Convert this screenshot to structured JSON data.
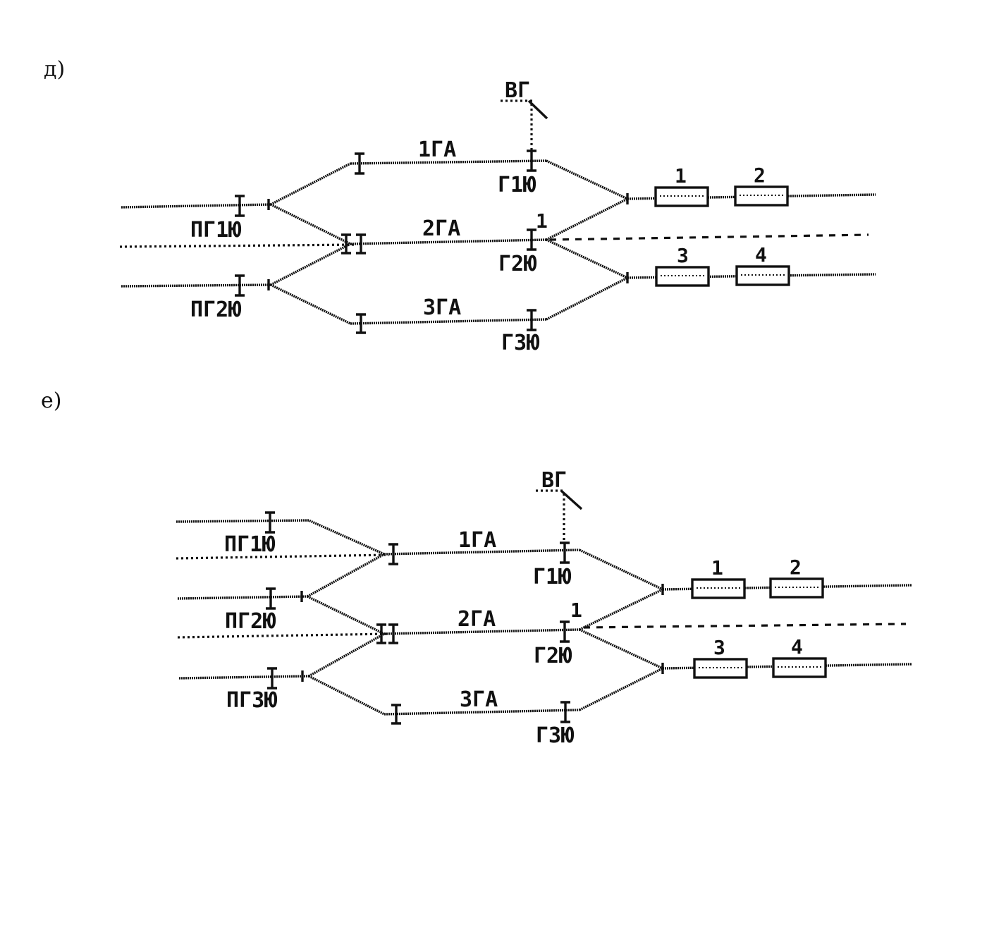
{
  "diagrams": [
    {
      "panel_label": "д)",
      "vg_label": "ВГ",
      "inputs": [
        "ПГ1Ю",
        "ПГ2Ю"
      ],
      "generators": [
        "1ГА",
        "2ГА",
        "3ГА"
      ],
      "generator_switches": [
        "Г1Ю",
        "Г2Ю",
        "Г3Ю"
      ],
      "link_number": "1",
      "units": [
        "1",
        "2",
        "3",
        "4"
      ]
    },
    {
      "panel_label": "е)",
      "vg_label": "ВГ",
      "inputs": [
        "ПГ1Ю",
        "ПГ2Ю",
        "ПГ3Ю"
      ],
      "generators": [
        "1ГА",
        "2ГА",
        "3ГА"
      ],
      "generator_switches": [
        "Г1Ю",
        "Г2Ю",
        "Г3Ю"
      ],
      "link_number": "1",
      "units": [
        "1",
        "2",
        "3",
        "4"
      ]
    }
  ]
}
